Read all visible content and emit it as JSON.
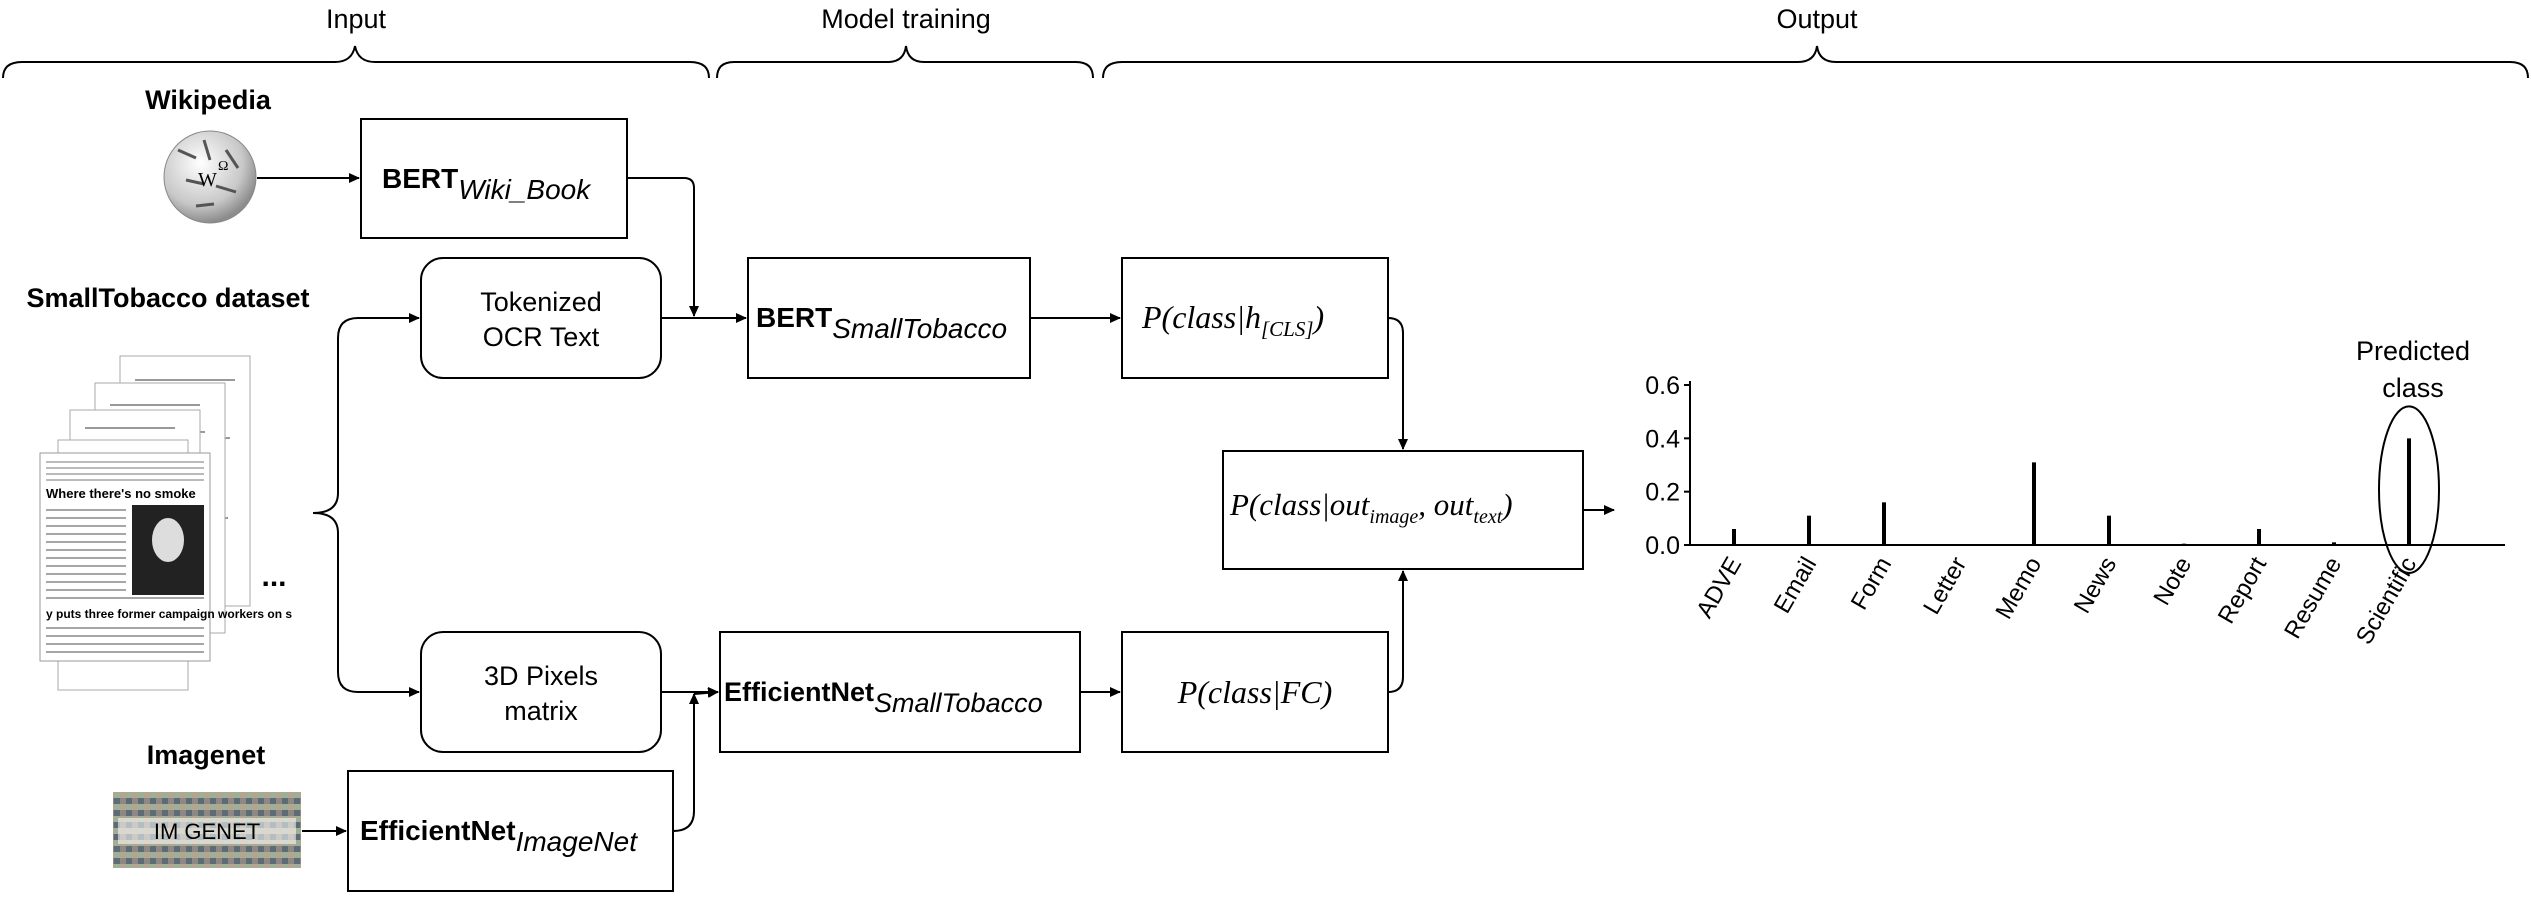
{
  "sections": {
    "input": "Input",
    "training": "Model training",
    "output": "Output"
  },
  "sources": {
    "wikipedia": "Wikipedia",
    "smalltobacco": "SmallTobacco dataset",
    "imagenet": "Imagenet",
    "imagenet_logo_text": "IM GENET"
  },
  "boxes": {
    "bert_wiki": {
      "main": "BERT",
      "sub": "Wiki_Book"
    },
    "tokenized": {
      "line1": "Tokenized",
      "line2": "OCR Text"
    },
    "pixels": {
      "line1": "3D Pixels",
      "line2": "matrix"
    },
    "effnet_imagenet": {
      "main": "EfficientNet",
      "sub": "ImageNet"
    },
    "bert_st": {
      "main": "BERT",
      "sub": "SmallTobacco"
    },
    "effnet_st": {
      "main": "EfficientNet",
      "sub": "SmallTobacco"
    },
    "p_text": {
      "pre": "P(class|h",
      "sub": "[CLS]",
      "post": ")"
    },
    "p_image": {
      "text": "P(class|FC)"
    },
    "p_fused": {
      "pre": "P(class|out",
      "sub1": "image",
      "mid": ", out",
      "sub2": "text",
      "post": ")"
    }
  },
  "document_headline": "Where there's no smoke",
  "document_footer": "y puts three former campaign workers on s",
  "ellipsis": "...",
  "chart_data": {
    "type": "bar",
    "categories": [
      "ADVE",
      "Email",
      "Form",
      "Letter",
      "Memo",
      "News",
      "Note",
      "Report",
      "Resume",
      "Scientific"
    ],
    "values": [
      0.06,
      0.11,
      0.16,
      0.0,
      0.31,
      0.11,
      0.005,
      0.06,
      0.01,
      0.4
    ],
    "ylim": [
      0,
      0.6
    ],
    "yticks": [
      "0.0",
      "0.2",
      "0.4",
      "0.6"
    ],
    "annotation": {
      "line1": "Predicted",
      "line2": "class",
      "target": "Scientific"
    }
  }
}
